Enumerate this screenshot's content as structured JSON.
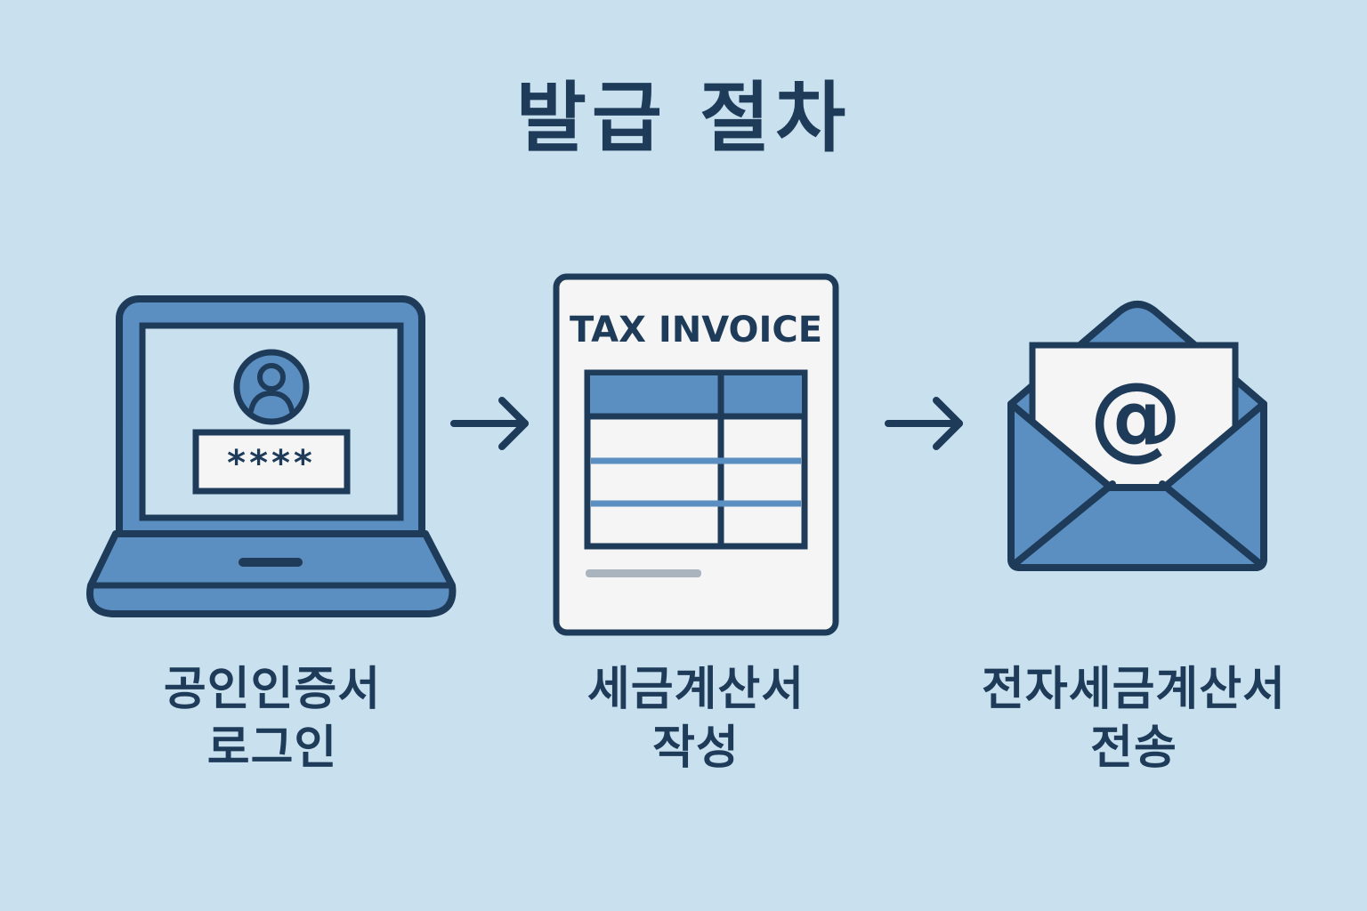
{
  "title": "발급 절차",
  "colors": {
    "background": "#c9e1ee",
    "dark_navy": "#1f3b5a",
    "mid_blue": "#5b8fc2",
    "paper": "#f4f5f4",
    "gray_line": "#a9b4be"
  },
  "steps": [
    {
      "icon": "laptop-login-icon",
      "password_mask": "****",
      "label_line1": "공인인증서",
      "label_line2": "로그인"
    },
    {
      "icon": "tax-invoice-document-icon",
      "document_heading": "TAX INVOICE",
      "label_line1": "세금계산서",
      "label_line2": "작성"
    },
    {
      "icon": "email-envelope-icon",
      "email_symbol": "@",
      "label_line1": "전자세금계산서",
      "label_line2": "전송"
    }
  ],
  "arrows": [
    "arrow-right-icon",
    "arrow-right-icon"
  ]
}
